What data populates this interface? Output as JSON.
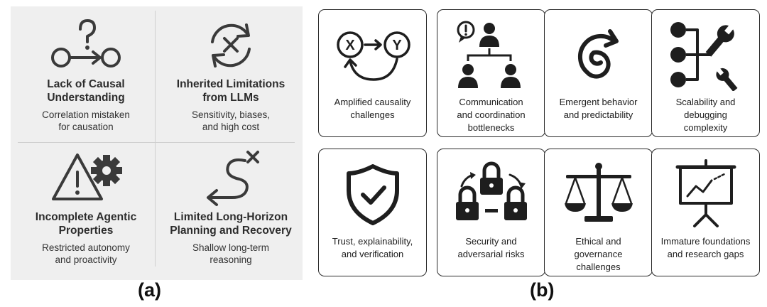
{
  "panel_a": {
    "label": "(a)",
    "cells": [
      {
        "icon": "causal-question-icon",
        "title_line1": "Lack of Causal",
        "title_line2": "Understanding",
        "desc_line1": "Correlation mistaken",
        "desc_line2": "for causation"
      },
      {
        "icon": "refresh-x-icon",
        "title_line1": "Inherited Limitations",
        "title_line2": "from LLMs",
        "desc_line1": "Sensitivity, biases,",
        "desc_line2": "and high cost"
      },
      {
        "icon": "warning-gear-icon",
        "title_line1": "Incomplete Agentic",
        "title_line2": "Properties",
        "desc_line1": "Restricted autonomy",
        "desc_line2": "and proactivity"
      },
      {
        "icon": "winding-path-x-icon",
        "title_line1": "Limited Long-Horizon",
        "title_line2": "Planning and Recovery",
        "desc_line1": "Shallow long-term",
        "desc_line2": "reasoning"
      }
    ]
  },
  "panel_b": {
    "label": "(b)",
    "cards": [
      {
        "icon": "x-y-cycle-icon",
        "line1": "Amplified causality",
        "line2": "challenges",
        "line3": ""
      },
      {
        "icon": "people-hierarchy-icon",
        "line1": "Communication",
        "line2": "and coordination",
        "line3": "bottlenecks"
      },
      {
        "icon": "spiral-arrow-icon",
        "line1": "Emergent behavior",
        "line2": "and predictability",
        "line3": ""
      },
      {
        "icon": "nodes-wrench-icon",
        "line1": "Scalability and",
        "line2": "debugging",
        "line3": "complexity"
      },
      {
        "icon": "shield-check-icon",
        "line1": "Trust, explainability,",
        "line2": "and verification",
        "line3": ""
      },
      {
        "icon": "padlocks-icon",
        "line1": "Security and",
        "line2": "adversarial risks",
        "line3": ""
      },
      {
        "icon": "scales-icon",
        "line1": "Ethical and",
        "line2": "governance",
        "line3": "challenges"
      },
      {
        "icon": "presentation-chart-icon",
        "line1": "Immature foundations",
        "line2": "and research gaps",
        "line3": ""
      }
    ]
  },
  "text": {
    "x_label": "X",
    "y_label": "Y"
  }
}
